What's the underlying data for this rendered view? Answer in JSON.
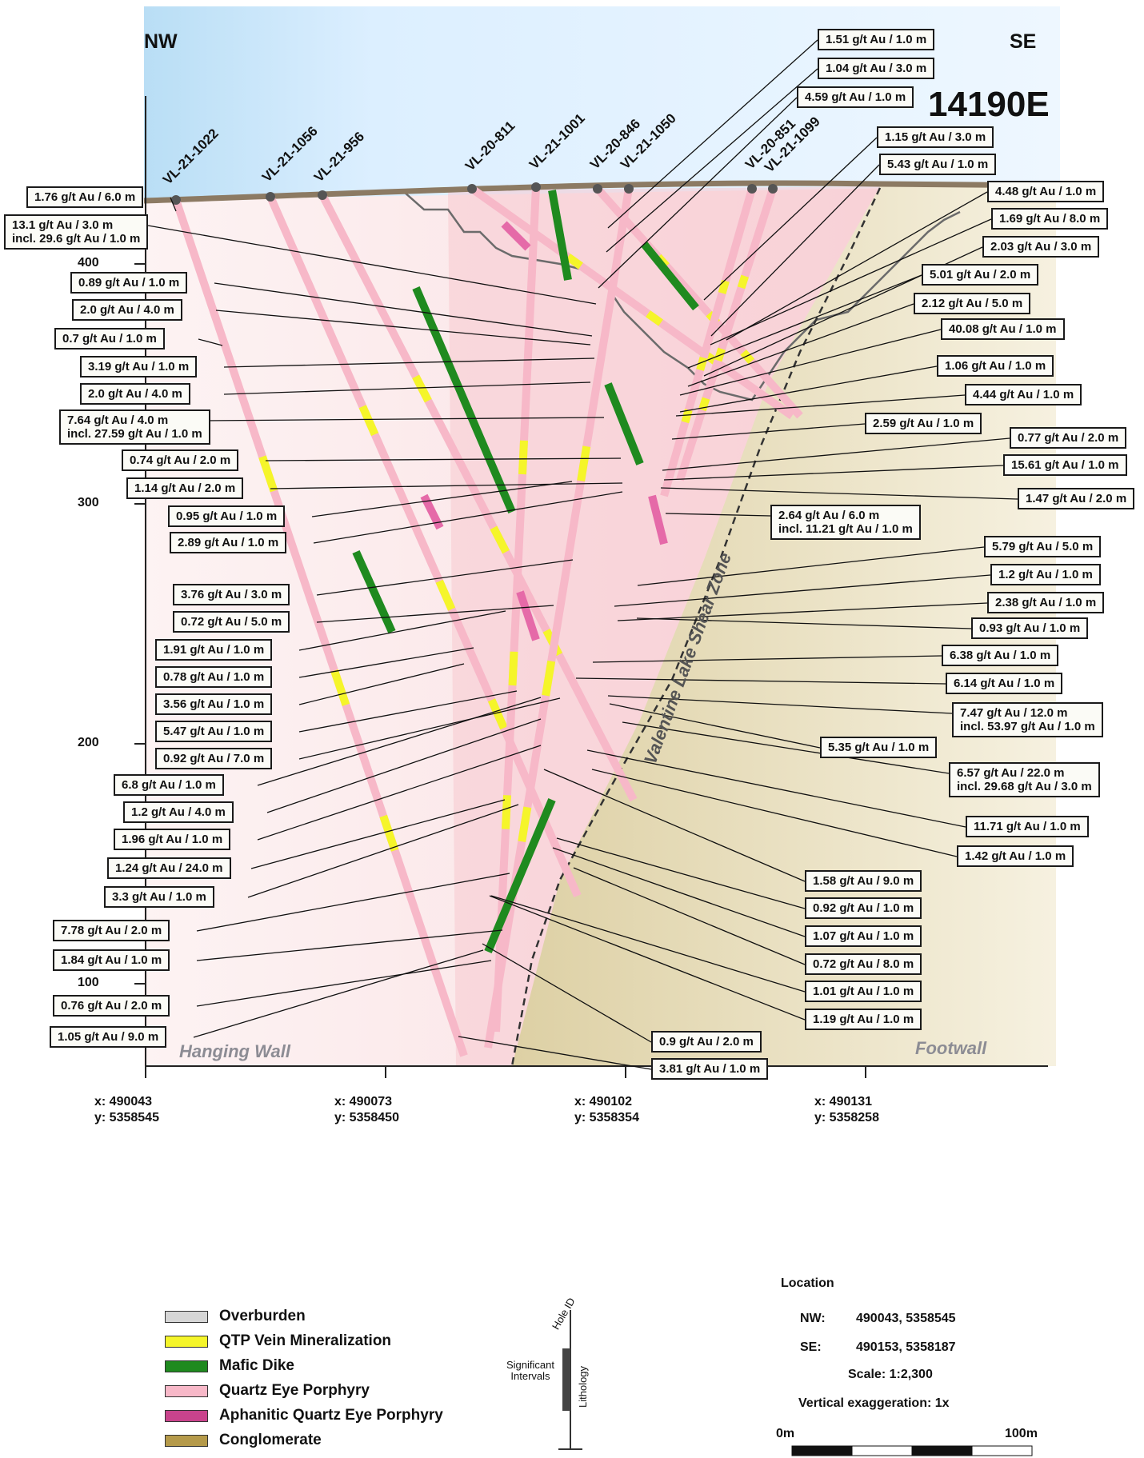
{
  "section_name": "14190E",
  "directions": {
    "left": "NW",
    "right": "SE"
  },
  "elevations": [
    "400",
    "300",
    "200",
    "100"
  ],
  "coordinates": [
    {
      "x": "x: 490043",
      "y": "y: 5358545"
    },
    {
      "x": "x: 490073",
      "y": "y: 5358450"
    },
    {
      "x": "x: 490102",
      "y": "y: 5358354"
    },
    {
      "x": "x: 490131",
      "y": "y: 5358258"
    }
  ],
  "zones": {
    "hanging_wall": "Hanging Wall",
    "footwall": "Footwall",
    "shear_zone": "Valentine Lake Shear Zone"
  },
  "holes": [
    "VL-21-1022",
    "VL-21-1056",
    "VL-21-956",
    "VL-20-811",
    "VL-21-1001",
    "VL-20-846",
    "VL-21-1050",
    "VL-20-851",
    "VL-21-1099"
  ],
  "intervals_left": [
    [
      "1.76 g/t Au / 6.0 m"
    ],
    [
      "13.1 g/t Au / 3.0 m",
      "incl. 29.6 g/t Au / 1.0 m"
    ],
    [
      "0.89 g/t Au / 1.0 m"
    ],
    [
      "2.0 g/t Au / 4.0 m"
    ],
    [
      "0.7 g/t Au / 1.0 m"
    ],
    [
      "3.19 g/t Au / 1.0 m"
    ],
    [
      "2.0 g/t Au / 4.0 m"
    ],
    [
      "7.64 g/t Au / 4.0 m",
      "incl. 27.59 g/t Au / 1.0 m"
    ],
    [
      "0.74 g/t Au / 2.0 m"
    ],
    [
      "1.14 g/t Au / 2.0 m"
    ],
    [
      "0.95 g/t Au / 1.0 m"
    ],
    [
      "2.89 g/t Au / 1.0 m"
    ],
    [
      "3.76 g/t Au / 3.0 m"
    ],
    [
      "0.72 g/t Au / 5.0 m"
    ],
    [
      "1.91 g/t Au / 1.0 m"
    ],
    [
      "0.78 g/t Au / 1.0 m"
    ],
    [
      "3.56 g/t Au / 1.0 m"
    ],
    [
      "5.47 g/t Au / 1.0 m"
    ],
    [
      "0.92 g/t Au / 7.0 m"
    ],
    [
      "6.8 g/t Au / 1.0 m"
    ],
    [
      "1.2 g/t Au / 4.0 m"
    ],
    [
      "1.96 g/t Au / 1.0 m"
    ],
    [
      "1.24 g/t Au / 24.0 m"
    ],
    [
      "3.3 g/t Au / 1.0 m"
    ],
    [
      "7.78 g/t Au / 2.0 m"
    ],
    [
      "1.84 g/t Au / 1.0 m"
    ],
    [
      "0.76 g/t Au / 2.0 m"
    ],
    [
      "1.05 g/t Au / 9.0 m"
    ]
  ],
  "intervals_right": [
    [
      "1.51 g/t Au / 1.0 m"
    ],
    [
      "1.04 g/t Au / 3.0 m"
    ],
    [
      "4.59 g/t Au / 1.0 m"
    ],
    [
      "1.15 g/t Au / 3.0 m"
    ],
    [
      "5.43 g/t Au / 1.0 m"
    ],
    [
      "4.48 g/t Au / 1.0 m"
    ],
    [
      "1.69 g/t Au / 8.0 m"
    ],
    [
      "2.03 g/t Au / 3.0 m"
    ],
    [
      "5.01 g/t Au / 2.0 m"
    ],
    [
      "2.12 g/t Au / 5.0 m"
    ],
    [
      "40.08 g/t Au / 1.0 m"
    ],
    [
      "1.06 g/t Au / 1.0 m"
    ],
    [
      "4.44 g/t Au / 1.0 m"
    ],
    [
      "2.59 g/t Au / 1.0 m"
    ],
    [
      "0.77 g/t Au / 2.0 m"
    ],
    [
      "15.61 g/t Au / 1.0 m"
    ],
    [
      "1.47 g/t Au / 2.0 m"
    ],
    [
      "2.64 g/t Au / 6.0 m",
      "incl. 11.21 g/t Au / 1.0 m"
    ],
    [
      "5.79 g/t Au / 5.0 m"
    ],
    [
      "1.2 g/t Au / 1.0 m"
    ],
    [
      "2.38 g/t Au / 1.0 m"
    ],
    [
      "0.93 g/t Au / 1.0 m"
    ],
    [
      "6.38 g/t Au / 1.0 m"
    ],
    [
      "6.14 g/t Au / 1.0 m"
    ],
    [
      "7.47 g/t Au / 12.0 m",
      "incl. 53.97 g/t Au / 1.0 m"
    ],
    [
      "5.35 g/t Au / 1.0 m"
    ],
    [
      "6.57 g/t Au / 22.0 m",
      "incl. 29.68 g/t Au / 3.0 m"
    ],
    [
      "11.71 g/t Au / 1.0 m"
    ],
    [
      "1.42 g/t Au / 1.0 m"
    ]
  ],
  "intervals_bottom": [
    [
      "1.58 g/t Au / 9.0 m"
    ],
    [
      "0.92 g/t Au / 1.0 m"
    ],
    [
      "1.07 g/t Au / 1.0 m"
    ],
    [
      "0.72 g/t Au / 8.0 m"
    ],
    [
      "1.01 g/t Au / 1.0 m"
    ],
    [
      "1.19 g/t Au / 1.0 m"
    ],
    [
      "0.9 g/t Au / 2.0 m"
    ],
    [
      "3.81 g/t Au / 1.0 m"
    ]
  ],
  "legend": [
    {
      "label": "Overburden",
      "color": "#d6d6d6"
    },
    {
      "label": "QTP Vein Mineralization",
      "color": "#f5f52a"
    },
    {
      "label": "Mafic Dike",
      "color": "#1f8a1f"
    },
    {
      "label": "Quartz Eye Porphyry",
      "color": "#f7b8c8"
    },
    {
      "label": "Aphanitic Quartz Eye Porphyry",
      "color": "#c9438c"
    },
    {
      "label": "Conglomerate",
      "color": "#b59a4a"
    }
  ],
  "hole_key": {
    "hole_id": "Hole ID",
    "intervals": "Significant Intervals",
    "lithology": "Lithology"
  },
  "location": {
    "heading": "Location",
    "nw_label": "NW:",
    "nw_value": "490043, 5358545",
    "se_label": "SE:",
    "se_value": "490153, 5358187",
    "scale": "Scale: 1:2,300",
    "vertical": "Vertical exaggeration: 1x",
    "bar_start": "0m",
    "bar_end": "100m"
  }
}
